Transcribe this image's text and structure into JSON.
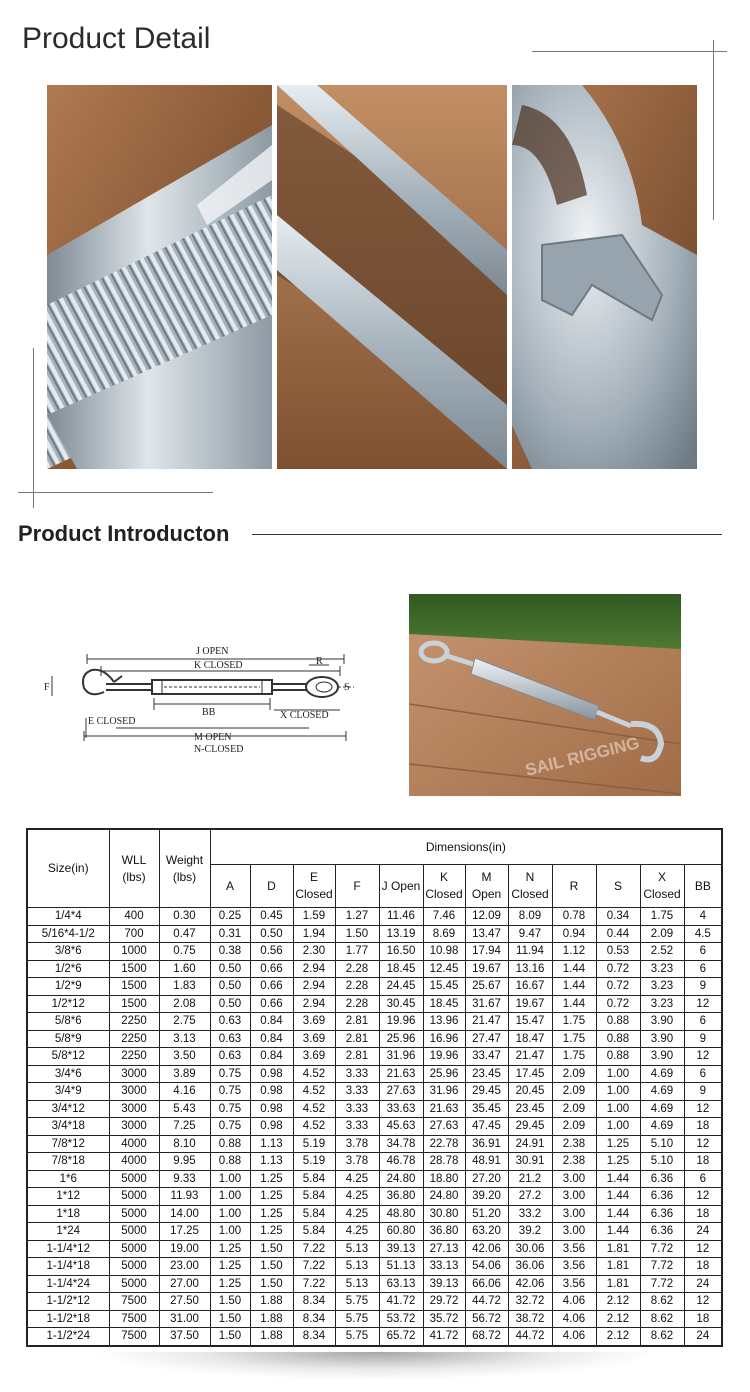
{
  "header": {
    "title": "Product Detail"
  },
  "intro": {
    "title": "Product Introducton"
  },
  "diagram": {
    "labels": {
      "j_open": "J OPEN",
      "k_closed": "K CLOSED",
      "r": "R",
      "f": "F",
      "s": "S",
      "bb": "BB",
      "e_closed": "E CLOSED",
      "x_closed": "X CLOSED",
      "m_open": "M OPEN",
      "n_closed": "N-CLOSED"
    }
  },
  "photo_watermark": "SAIL RIGGING",
  "colors": {
    "steel": "#b9c4cc",
    "wood": "#8a5a36",
    "grass": "#3d6b2a"
  },
  "table": {
    "headers": {
      "size": "Size(in)",
      "wll": "WLL (lbs)",
      "weight": "Weight (lbs)",
      "dimensions": "Dimensions(in)",
      "cols": [
        "A",
        "D",
        "E Closed",
        "F",
        "J Open",
        "K Closed",
        "M Open",
        "N Closed",
        "R",
        "S",
        "X Closed",
        "BB"
      ]
    },
    "rows": [
      [
        "1/4*4",
        "400",
        "0.30",
        "0.25",
        "0.45",
        "1.59",
        "1.27",
        "11.46",
        "7.46",
        "12.09",
        "8.09",
        "0.78",
        "0.34",
        "1.75",
        "4"
      ],
      [
        "5/16*4-1/2",
        "700",
        "0.47",
        "0.31",
        "0.50",
        "1.94",
        "1.50",
        "13.19",
        "8.69",
        "13.47",
        "9.47",
        "0.94",
        "0.44",
        "2.09",
        "4.5"
      ],
      [
        "3/8*6",
        "1000",
        "0.75",
        "0.38",
        "0.56",
        "2.30",
        "1.77",
        "16.50",
        "10.98",
        "17.94",
        "11.94",
        "1.12",
        "0.53",
        "2.52",
        "6"
      ],
      [
        "1/2*6",
        "1500",
        "1.60",
        "0.50",
        "0.66",
        "2.94",
        "2.28",
        "18.45",
        "12.45",
        "19.67",
        "13.16",
        "1.44",
        "0.72",
        "3.23",
        "6"
      ],
      [
        "1/2*9",
        "1500",
        "1.83",
        "0.50",
        "0.66",
        "2.94",
        "2.28",
        "24.45",
        "15.45",
        "25.67",
        "16.67",
        "1.44",
        "0.72",
        "3.23",
        "9"
      ],
      [
        "1/2*12",
        "1500",
        "2.08",
        "0.50",
        "0.66",
        "2.94",
        "2.28",
        "30.45",
        "18.45",
        "31.67",
        "19.67",
        "1.44",
        "0.72",
        "3.23",
        "12"
      ],
      [
        "5/8*6",
        "2250",
        "2.75",
        "0.63",
        "0.84",
        "3.69",
        "2.81",
        "19.96",
        "13.96",
        "21.47",
        "15.47",
        "1.75",
        "0.88",
        "3.90",
        "6"
      ],
      [
        "5/8*9",
        "2250",
        "3.13",
        "0.63",
        "0.84",
        "3.69",
        "2.81",
        "25.96",
        "16.96",
        "27.47",
        "18.47",
        "1.75",
        "0.88",
        "3.90",
        "9"
      ],
      [
        "5/8*12",
        "2250",
        "3.50",
        "0.63",
        "0.84",
        "3.69",
        "2.81",
        "31.96",
        "19.96",
        "33.47",
        "21.47",
        "1.75",
        "0.88",
        "3.90",
        "12"
      ],
      [
        "3/4*6",
        "3000",
        "3.89",
        "0.75",
        "0.98",
        "4.52",
        "3.33",
        "21.63",
        "25.96",
        "23.45",
        "17.45",
        "2.09",
        "1.00",
        "4.69",
        "6"
      ],
      [
        "3/4*9",
        "3000",
        "4.16",
        "0.75",
        "0.98",
        "4.52",
        "3.33",
        "27.63",
        "31.96",
        "29.45",
        "20.45",
        "2.09",
        "1.00",
        "4.69",
        "9"
      ],
      [
        "3/4*12",
        "3000",
        "5.43",
        "0.75",
        "0.98",
        "4.52",
        "3.33",
        "33.63",
        "21.63",
        "35.45",
        "23.45",
        "2.09",
        "1.00",
        "4.69",
        "12"
      ],
      [
        "3/4*18",
        "3000",
        "7.25",
        "0.75",
        "0.98",
        "4.52",
        "3.33",
        "45.63",
        "27.63",
        "47.45",
        "29.45",
        "2.09",
        "1.00",
        "4.69",
        "18"
      ],
      [
        "7/8*12",
        "4000",
        "8.10",
        "0.88",
        "1.13",
        "5.19",
        "3.78",
        "34.78",
        "22.78",
        "36.91",
        "24.91",
        "2.38",
        "1.25",
        "5.10",
        "12"
      ],
      [
        "7/8*18",
        "4000",
        "9.95",
        "0.88",
        "1.13",
        "5.19",
        "3.78",
        "46.78",
        "28.78",
        "48.91",
        "30.91",
        "2.38",
        "1.25",
        "5.10",
        "18"
      ],
      [
        "1*6",
        "5000",
        "9.33",
        "1.00",
        "1.25",
        "5.84",
        "4.25",
        "24.80",
        "18.80",
        "27.20",
        "21.2",
        "3.00",
        "1.44",
        "6.36",
        "6"
      ],
      [
        "1*12",
        "5000",
        "11.93",
        "1.00",
        "1.25",
        "5.84",
        "4.25",
        "36.80",
        "24.80",
        "39.20",
        "27.2",
        "3.00",
        "1.44",
        "6.36",
        "12"
      ],
      [
        "1*18",
        "5000",
        "14.00",
        "1.00",
        "1.25",
        "5.84",
        "4.25",
        "48.80",
        "30.80",
        "51.20",
        "33.2",
        "3.00",
        "1.44",
        "6.36",
        "18"
      ],
      [
        "1*24",
        "5000",
        "17.25",
        "1.00",
        "1.25",
        "5.84",
        "4.25",
        "60.80",
        "36.80",
        "63.20",
        "39.2",
        "3.00",
        "1.44",
        "6.36",
        "24"
      ],
      [
        "1-1/4*12",
        "5000",
        "19.00",
        "1.25",
        "1.50",
        "7.22",
        "5.13",
        "39.13",
        "27.13",
        "42.06",
        "30.06",
        "3.56",
        "1.81",
        "7.72",
        "12"
      ],
      [
        "1-1/4*18",
        "5000",
        "23.00",
        "1.25",
        "1.50",
        "7.22",
        "5.13",
        "51.13",
        "33.13",
        "54.06",
        "36.06",
        "3.56",
        "1.81",
        "7.72",
        "18"
      ],
      [
        "1-1/4*24",
        "5000",
        "27.00",
        "1.25",
        "1.50",
        "7.22",
        "5.13",
        "63.13",
        "39.13",
        "66.06",
        "42.06",
        "3.56",
        "1.81",
        "7.72",
        "24"
      ],
      [
        "1-1/2*12",
        "7500",
        "27.50",
        "1.50",
        "1.88",
        "8.34",
        "5.75",
        "41.72",
        "29.72",
        "44.72",
        "32.72",
        "4.06",
        "2.12",
        "8.62",
        "12"
      ],
      [
        "1-1/2*18",
        "7500",
        "31.00",
        "1.50",
        "1.88",
        "8.34",
        "5.75",
        "53.72",
        "35.72",
        "56.72",
        "38.72",
        "4.06",
        "2.12",
        "8.62",
        "18"
      ],
      [
        "1-1/2*24",
        "7500",
        "37.50",
        "1.50",
        "1.88",
        "8.34",
        "5.75",
        "65.72",
        "41.72",
        "68.72",
        "44.72",
        "4.06",
        "2.12",
        "8.62",
        "24"
      ]
    ]
  }
}
